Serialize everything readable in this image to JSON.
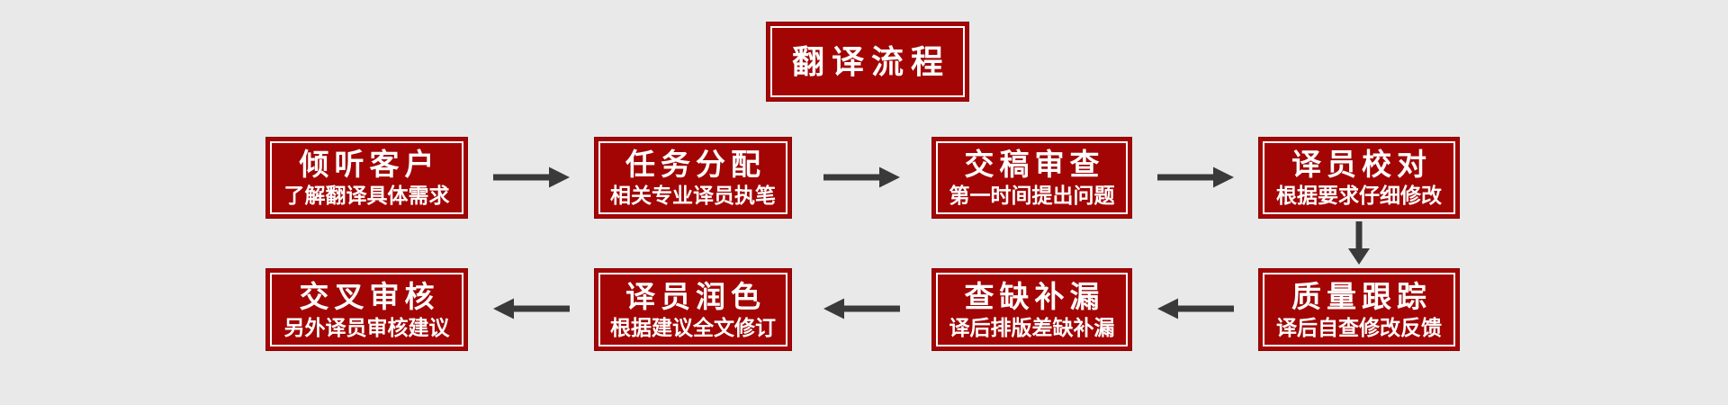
{
  "colors": {
    "background": "#e9e9e9",
    "box_fill": "#a30505",
    "box_border": "#8c0101",
    "box_inner_stroke": "#ffffff",
    "text": "#ffffff",
    "arrow": "#3a3a3a"
  },
  "title": {
    "label": "翻译流程"
  },
  "flow": {
    "top_row": {
      "direction": "left-to-right",
      "steps": [
        {
          "title": "倾听客户",
          "subtitle": "了解翻译具体需求"
        },
        {
          "title": "任务分配",
          "subtitle": "相关专业译员执笔"
        },
        {
          "title": "交稿审查",
          "subtitle": "第一时间提出问题"
        },
        {
          "title": "译员校对",
          "subtitle": "根据要求仔细修改"
        }
      ]
    },
    "bottom_row": {
      "direction": "right-to-left",
      "steps": [
        {
          "title": "交叉审核",
          "subtitle": "另外译员审核建议"
        },
        {
          "title": "译员润色",
          "subtitle": "根据建议全文修订"
        },
        {
          "title": "查缺补漏",
          "subtitle": "译后排版差缺补漏"
        },
        {
          "title": "质量跟踪",
          "subtitle": "译后自查修改反馈"
        }
      ]
    }
  }
}
